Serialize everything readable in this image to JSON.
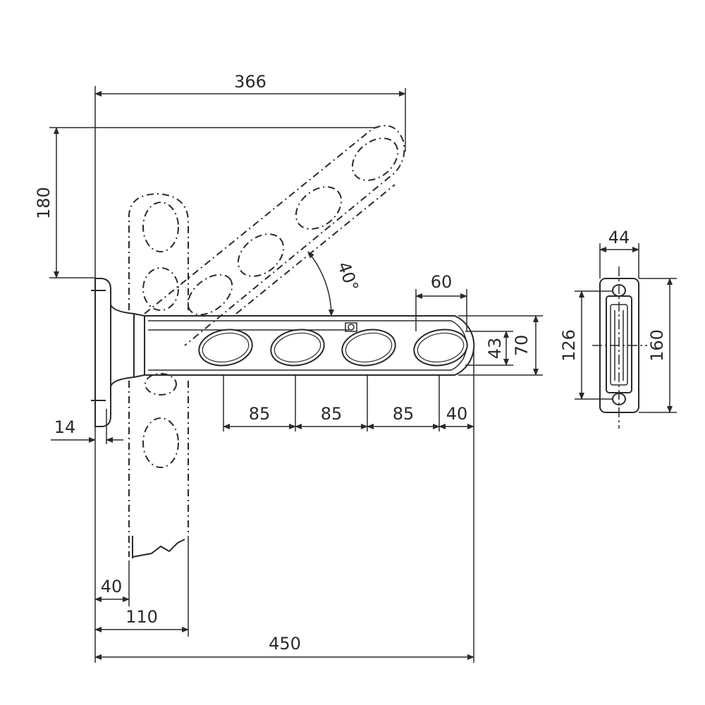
{
  "dimensions": {
    "width_folded_extent": "366",
    "height_raised": "180",
    "angle": "40°",
    "hole_width": "60",
    "bar_inner_height": "43",
    "bar_outer_height": "70",
    "hole_pitch_1": "85",
    "hole_pitch_2": "85",
    "hole_pitch_3": "85",
    "end_offset": "40",
    "base_thickness": "14",
    "down_offset": "40",
    "down_width": "110",
    "total_length": "450",
    "bracket_width": "44",
    "bracket_hole_pitch": "126",
    "bracket_height": "160"
  }
}
